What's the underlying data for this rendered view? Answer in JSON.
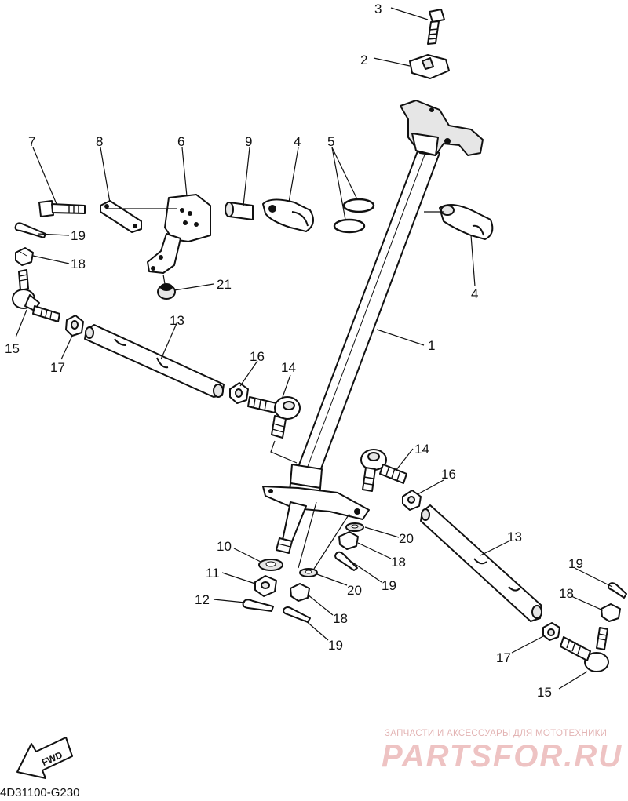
{
  "diagram_code": "4D31100-G230",
  "watermark": {
    "subtitle": "ЗАПЧАСТИ И АКСЕССУАРЫ ДЛЯ МОТОТЕХНИКИ",
    "brand": "PARTSFOR.RU"
  },
  "fwd_label": "FWD",
  "callouts": {
    "c1": "1",
    "c2": "2",
    "c3": "3",
    "c4a": "4",
    "c4b": "4",
    "c5": "5",
    "c6": "6",
    "c7": "7",
    "c8": "8",
    "c9": "9",
    "c10": "10",
    "c11": "11",
    "c12": "12",
    "c13a": "13",
    "c13b": "13",
    "c14a": "14",
    "c14b": "14",
    "c15a": "15",
    "c15b": "15",
    "c16a": "16",
    "c16b": "16",
    "c17a": "17",
    "c17b": "17",
    "c18a": "18",
    "c18b": "18",
    "c18c": "18",
    "c18d": "18",
    "c19a": "19",
    "c19b": "19",
    "c19c": "19",
    "c19d": "19",
    "c20a": "20",
    "c20b": "20",
    "c21": "21"
  }
}
